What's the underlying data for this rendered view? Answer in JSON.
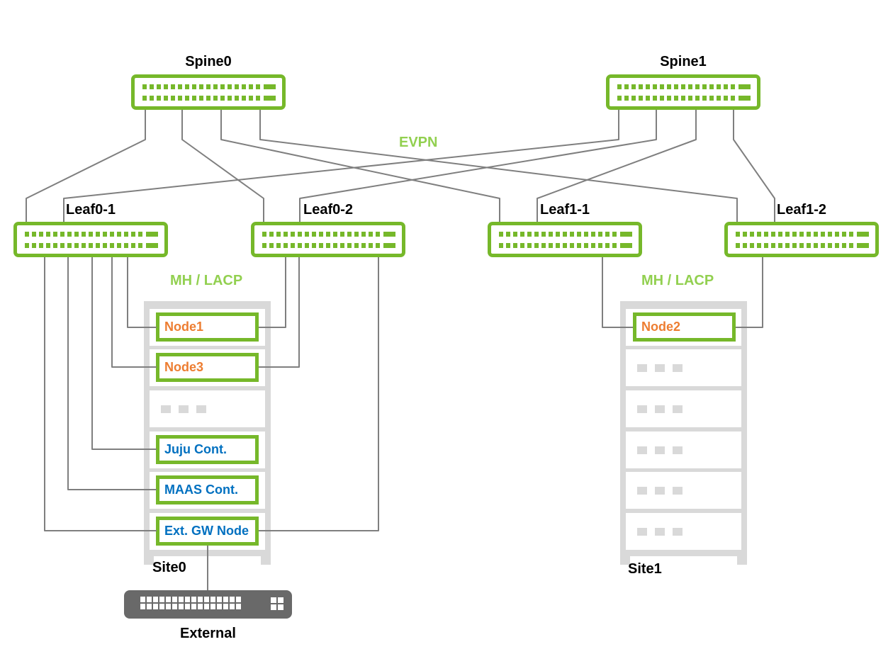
{
  "diagram_type": "network-topology",
  "labels": {
    "evpn": "EVPN",
    "mh_lacp": "MH / LACP"
  },
  "spines": [
    {
      "label": "Spine0"
    },
    {
      "label": "Spine1"
    }
  ],
  "leaves": [
    {
      "label": "Leaf0-1"
    },
    {
      "label": "Leaf0-2"
    },
    {
      "label": "Leaf1-1"
    },
    {
      "label": "Leaf1-2"
    }
  ],
  "sites": [
    {
      "label": "Site0",
      "nodes": [
        "Node1",
        "Node3",
        "Juju Cont.",
        "MAAS Cont.",
        "Ext. GW Node"
      ]
    },
    {
      "label": "Site1",
      "nodes": [
        "Node2"
      ]
    }
  ],
  "external_switch": {
    "label": "External"
  },
  "colors": {
    "switch_border_green": "#76B82A",
    "overlay_text_green": "#92D050",
    "compute_node_text_orange": "#ED7D31",
    "infra_node_text_blue": "#0070C0",
    "link_gray": "#7F7F7F",
    "rack_gray": "#D9D9D9",
    "external_switch_gray": "#696969"
  },
  "connections": [
    {
      "from": "Spine0",
      "to": "Leaf0-1"
    },
    {
      "from": "Spine0",
      "to": "Leaf0-2"
    },
    {
      "from": "Spine0",
      "to": "Leaf1-1"
    },
    {
      "from": "Spine0",
      "to": "Leaf1-2"
    },
    {
      "from": "Spine1",
      "to": "Leaf0-1"
    },
    {
      "from": "Spine1",
      "to": "Leaf0-2"
    },
    {
      "from": "Spine1",
      "to": "Leaf1-1"
    },
    {
      "from": "Spine1",
      "to": "Leaf1-2"
    },
    {
      "from": "Leaf0-1",
      "to": "Node1"
    },
    {
      "from": "Leaf0-1",
      "to": "Node3"
    },
    {
      "from": "Leaf0-1",
      "to": "Juju Cont."
    },
    {
      "from": "Leaf0-1",
      "to": "MAAS Cont."
    },
    {
      "from": "Leaf0-1",
      "to": "Ext. GW Node"
    },
    {
      "from": "Leaf0-2",
      "to": "Node1"
    },
    {
      "from": "Leaf0-2",
      "to": "Node3"
    },
    {
      "from": "Leaf0-2",
      "to": "Ext. GW Node"
    },
    {
      "from": "Leaf1-1",
      "to": "Node2"
    },
    {
      "from": "Leaf1-2",
      "to": "Node2"
    },
    {
      "from": "Ext. GW Node",
      "to": "External"
    }
  ]
}
